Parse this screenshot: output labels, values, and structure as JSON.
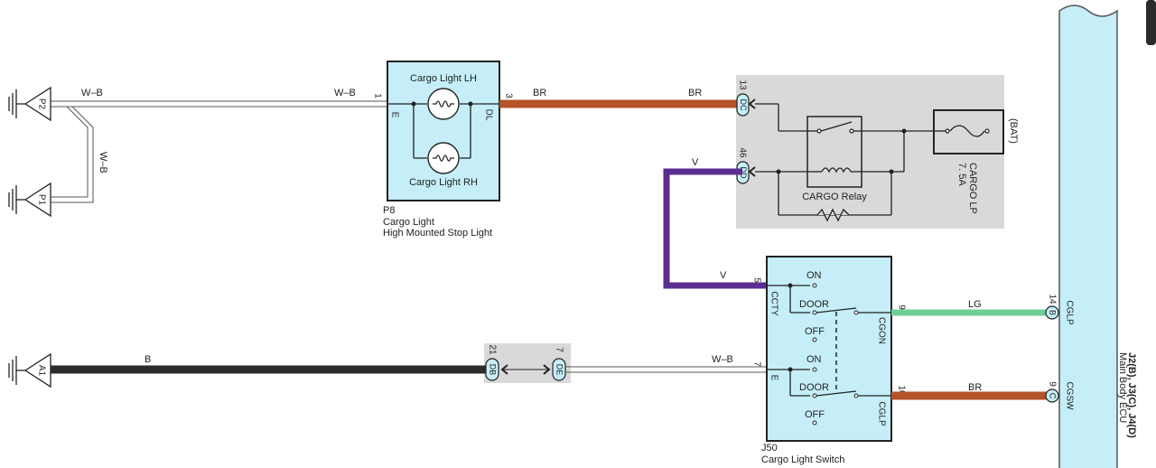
{
  "grounds": {
    "p2": "P2",
    "p1": "P1",
    "a1": "A1"
  },
  "wires": {
    "wb_top_left": "W–B",
    "wb_top_right": "W–B",
    "wb_vertical": "W–B",
    "br_top_left": "BR",
    "br_top_right": "BR",
    "v_top": "V",
    "v_bottom": "V",
    "lg": "LG",
    "br_bottom": "BR",
    "b": "B",
    "wb_bottom": "W–B"
  },
  "cargo_light": {
    "code": "P8",
    "name": "Cargo Light",
    "desc": "High Mounted Stop Light",
    "lamp_lh": "Cargo Light LH",
    "lamp_rh": "Cargo Light RH",
    "pin_e": "E",
    "pin_dl": "DL",
    "pin1": "1",
    "pin3": "3"
  },
  "relay_block": {
    "relay_label": "CARGO Relay",
    "fuse_amp": "7. 5A",
    "fuse_name": "CARGO LP",
    "bat": "(BAT)",
    "conn_dc": "DC",
    "conn_dc_pin": "13",
    "conn_dd": "DD",
    "conn_dd_pin": "46"
  },
  "junction": {
    "db": "DB",
    "db_pin": "21",
    "de": "DE",
    "de_pin": "7"
  },
  "switch": {
    "code": "J50",
    "name": "Cargo Light Switch",
    "on": "ON",
    "door": "DOOR",
    "off": "OFF",
    "ccty": "CCTY",
    "e": "E",
    "cgon": "CGON",
    "cglp": "CGLP",
    "pin5": "5",
    "pin7": "7",
    "pin9": "9",
    "pin10": "10"
  },
  "ecu": {
    "codes": "J2(B), J3(C), J4(D)",
    "name": "Main Body ECU",
    "b": "B",
    "b_pin": "14",
    "b_sig": "CGLP",
    "c": "C",
    "c_pin": "9",
    "c_sig": "CGSW"
  },
  "colors": {
    "br": "#b5532a",
    "v": "#5a2d91",
    "lg": "#6fcf97",
    "b": "#2b2b2b",
    "component": "#c5eef8",
    "shade": "#d9d9d9"
  }
}
